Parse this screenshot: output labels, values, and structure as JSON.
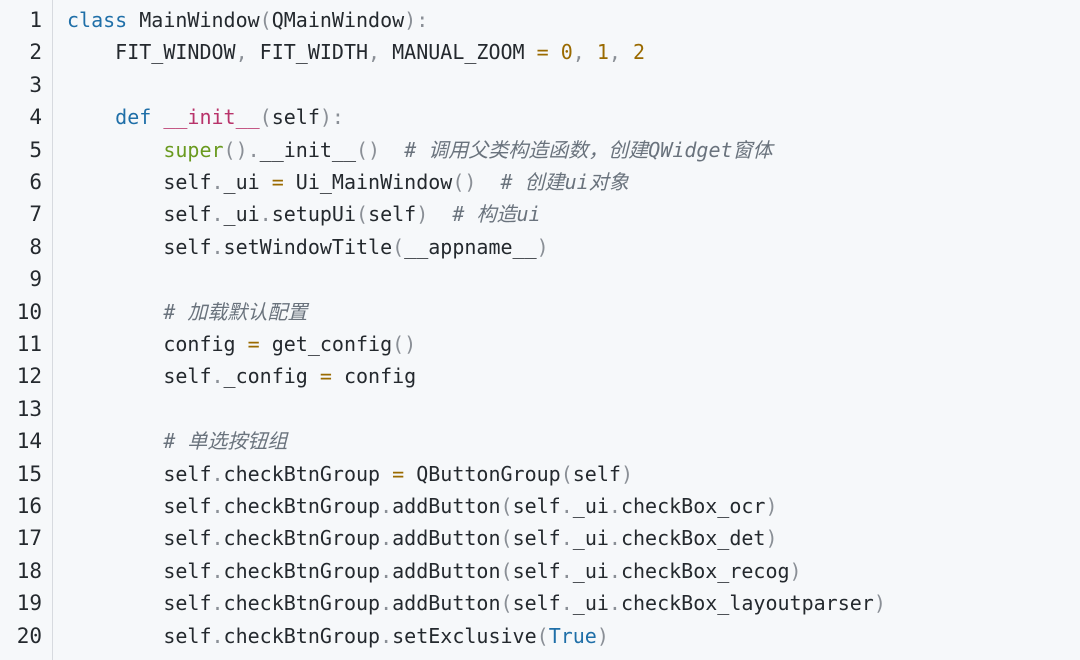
{
  "editor": {
    "theme": {
      "background": "#f6f8fa",
      "text": "#24292e",
      "keyword": "#1f6fa8",
      "special": "#b8336a",
      "builtin": "#6a9a1f",
      "number": "#9a6a00",
      "comment": "#6a737d"
    },
    "lines": [
      {
        "num": "1",
        "tokens": [
          {
            "t": "class",
            "c": "kw"
          },
          {
            "t": " MainWindow"
          },
          {
            "t": "(",
            "c": "pn"
          },
          {
            "t": "QMainWindow"
          },
          {
            "t": "):",
            "c": "pn"
          }
        ]
      },
      {
        "num": "2",
        "tokens": [
          {
            "t": "    FIT_WINDOW"
          },
          {
            "t": ",",
            "c": "pn"
          },
          {
            "t": " FIT_WIDTH"
          },
          {
            "t": ",",
            "c": "pn"
          },
          {
            "t": " MANUAL_ZOOM "
          },
          {
            "t": "=",
            "c": "op"
          },
          {
            "t": " "
          },
          {
            "t": "0",
            "c": "num"
          },
          {
            "t": ",",
            "c": "pn"
          },
          {
            "t": " "
          },
          {
            "t": "1",
            "c": "num"
          },
          {
            "t": ",",
            "c": "pn"
          },
          {
            "t": " "
          },
          {
            "t": "2",
            "c": "num"
          }
        ]
      },
      {
        "num": "3",
        "tokens": []
      },
      {
        "num": "4",
        "tokens": [
          {
            "t": "    "
          },
          {
            "t": "def",
            "c": "kw"
          },
          {
            "t": " "
          },
          {
            "t": "__init__",
            "c": "sp"
          },
          {
            "t": "(",
            "c": "pn"
          },
          {
            "t": "self"
          },
          {
            "t": "):",
            "c": "pn"
          }
        ]
      },
      {
        "num": "5",
        "tokens": [
          {
            "t": "        "
          },
          {
            "t": "super",
            "c": "bi"
          },
          {
            "t": "().",
            "c": "pn"
          },
          {
            "t": "__init__"
          },
          {
            "t": "()",
            "c": "pn"
          },
          {
            "t": "  "
          },
          {
            "t": "# 调用父类构造函数，创建QWidget窗体",
            "c": "cm"
          }
        ]
      },
      {
        "num": "6",
        "tokens": [
          {
            "t": "        self"
          },
          {
            "t": ".",
            "c": "pn"
          },
          {
            "t": "_ui "
          },
          {
            "t": "=",
            "c": "op"
          },
          {
            "t": " Ui_MainWindow"
          },
          {
            "t": "()",
            "c": "pn"
          },
          {
            "t": "  "
          },
          {
            "t": "# 创建ui对象",
            "c": "cm"
          }
        ]
      },
      {
        "num": "7",
        "tokens": [
          {
            "t": "        self"
          },
          {
            "t": ".",
            "c": "pn"
          },
          {
            "t": "_ui"
          },
          {
            "t": ".",
            "c": "pn"
          },
          {
            "t": "setupUi"
          },
          {
            "t": "(",
            "c": "pn"
          },
          {
            "t": "self"
          },
          {
            "t": ")",
            "c": "pn"
          },
          {
            "t": "  "
          },
          {
            "t": "# 构造ui",
            "c": "cm"
          }
        ]
      },
      {
        "num": "8",
        "tokens": [
          {
            "t": "        self"
          },
          {
            "t": ".",
            "c": "pn"
          },
          {
            "t": "setWindowTitle"
          },
          {
            "t": "(",
            "c": "pn"
          },
          {
            "t": "__appname__"
          },
          {
            "t": ")",
            "c": "pn"
          }
        ]
      },
      {
        "num": "9",
        "tokens": []
      },
      {
        "num": "10",
        "tokens": [
          {
            "t": "        "
          },
          {
            "t": "# 加载默认配置",
            "c": "cm"
          }
        ]
      },
      {
        "num": "11",
        "tokens": [
          {
            "t": "        config "
          },
          {
            "t": "=",
            "c": "op"
          },
          {
            "t": " get_config"
          },
          {
            "t": "()",
            "c": "pn"
          }
        ]
      },
      {
        "num": "12",
        "tokens": [
          {
            "t": "        self"
          },
          {
            "t": ".",
            "c": "pn"
          },
          {
            "t": "_config "
          },
          {
            "t": "=",
            "c": "op"
          },
          {
            "t": " config"
          }
        ]
      },
      {
        "num": "13",
        "tokens": []
      },
      {
        "num": "14",
        "tokens": [
          {
            "t": "        "
          },
          {
            "t": "# 单选按钮组",
            "c": "cm"
          }
        ]
      },
      {
        "num": "15",
        "tokens": [
          {
            "t": "        self"
          },
          {
            "t": ".",
            "c": "pn"
          },
          {
            "t": "checkBtnGroup "
          },
          {
            "t": "=",
            "c": "op"
          },
          {
            "t": " QButtonGroup"
          },
          {
            "t": "(",
            "c": "pn"
          },
          {
            "t": "self"
          },
          {
            "t": ")",
            "c": "pn"
          }
        ]
      },
      {
        "num": "16",
        "tokens": [
          {
            "t": "        self"
          },
          {
            "t": ".",
            "c": "pn"
          },
          {
            "t": "checkBtnGroup"
          },
          {
            "t": ".",
            "c": "pn"
          },
          {
            "t": "addButton"
          },
          {
            "t": "(",
            "c": "pn"
          },
          {
            "t": "self"
          },
          {
            "t": ".",
            "c": "pn"
          },
          {
            "t": "_ui"
          },
          {
            "t": ".",
            "c": "pn"
          },
          {
            "t": "checkBox_ocr"
          },
          {
            "t": ")",
            "c": "pn"
          }
        ]
      },
      {
        "num": "17",
        "tokens": [
          {
            "t": "        self"
          },
          {
            "t": ".",
            "c": "pn"
          },
          {
            "t": "checkBtnGroup"
          },
          {
            "t": ".",
            "c": "pn"
          },
          {
            "t": "addButton"
          },
          {
            "t": "(",
            "c": "pn"
          },
          {
            "t": "self"
          },
          {
            "t": ".",
            "c": "pn"
          },
          {
            "t": "_ui"
          },
          {
            "t": ".",
            "c": "pn"
          },
          {
            "t": "checkBox_det"
          },
          {
            "t": ")",
            "c": "pn"
          }
        ]
      },
      {
        "num": "18",
        "tokens": [
          {
            "t": "        self"
          },
          {
            "t": ".",
            "c": "pn"
          },
          {
            "t": "checkBtnGroup"
          },
          {
            "t": ".",
            "c": "pn"
          },
          {
            "t": "addButton"
          },
          {
            "t": "(",
            "c": "pn"
          },
          {
            "t": "self"
          },
          {
            "t": ".",
            "c": "pn"
          },
          {
            "t": "_ui"
          },
          {
            "t": ".",
            "c": "pn"
          },
          {
            "t": "checkBox_recog"
          },
          {
            "t": ")",
            "c": "pn"
          }
        ]
      },
      {
        "num": "19",
        "tokens": [
          {
            "t": "        self"
          },
          {
            "t": ".",
            "c": "pn"
          },
          {
            "t": "checkBtnGroup"
          },
          {
            "t": ".",
            "c": "pn"
          },
          {
            "t": "addButton"
          },
          {
            "t": "(",
            "c": "pn"
          },
          {
            "t": "self"
          },
          {
            "t": ".",
            "c": "pn"
          },
          {
            "t": "_ui"
          },
          {
            "t": ".",
            "c": "pn"
          },
          {
            "t": "checkBox_layoutparser"
          },
          {
            "t": ")",
            "c": "pn"
          }
        ]
      },
      {
        "num": "20",
        "tokens": [
          {
            "t": "        self"
          },
          {
            "t": ".",
            "c": "pn"
          },
          {
            "t": "checkBtnGroup"
          },
          {
            "t": ".",
            "c": "pn"
          },
          {
            "t": "setExclusive"
          },
          {
            "t": "(",
            "c": "pn"
          },
          {
            "t": "True",
            "c": "kw"
          },
          {
            "t": ")",
            "c": "pn"
          }
        ]
      }
    ]
  }
}
